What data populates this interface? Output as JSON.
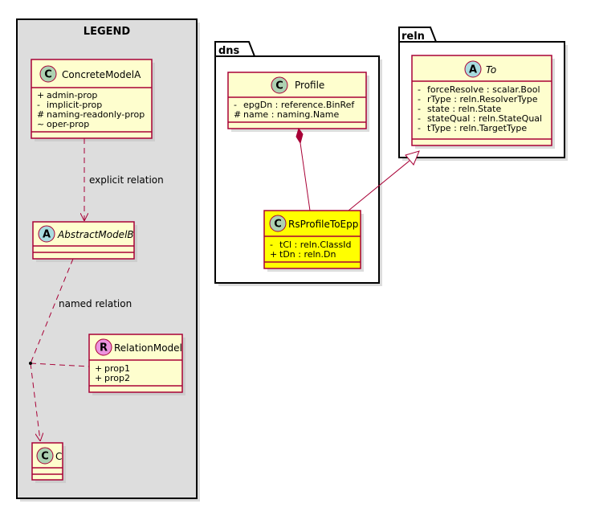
{
  "legend": {
    "title": "LEGEND"
  },
  "packages": {
    "dns": "dns",
    "reln": "reln"
  },
  "classes": {
    "concrete": {
      "stereo": "C",
      "name": "ConcreteModelA",
      "attrs": [
        {
          "vis": "+",
          "text": "admin-prop"
        },
        {
          "vis": "-",
          "text": "implicit-prop"
        },
        {
          "vis": "#",
          "text": "naming-readonly-prop"
        },
        {
          "vis": "~",
          "text": "oper-prop"
        }
      ]
    },
    "abstract": {
      "stereo": "A",
      "name": "AbstractModelB"
    },
    "relation": {
      "stereo": "R",
      "name": "RelationModel",
      "attrs": [
        {
          "vis": "+",
          "text": "prop1"
        },
        {
          "vis": "+",
          "text": "prop2"
        }
      ]
    },
    "c": {
      "stereo": "C",
      "name": "C"
    },
    "profile": {
      "stereo": "C",
      "name": "Profile",
      "attrs": [
        {
          "vis": "-",
          "text": "epgDn : reference.BinRef"
        },
        {
          "vis": "#",
          "text": "name : naming.Name"
        }
      ]
    },
    "rsprofile": {
      "stereo": "C",
      "name": "RsProfileToEpp",
      "attrs": [
        {
          "vis": "-",
          "text": "tCl : reln.ClassId"
        },
        {
          "vis": "+",
          "text": "tDn : reln.Dn"
        }
      ]
    },
    "to": {
      "stereo": "A",
      "name": "To",
      "attrs": [
        {
          "vis": "-",
          "text": "forceResolve : scalar.Bool"
        },
        {
          "vis": "-",
          "text": "rType : reln.ResolverType"
        },
        {
          "vis": "-",
          "text": "state : reln.State"
        },
        {
          "vis": "-",
          "text": "stateQual : reln.StateQual"
        },
        {
          "vis": "-",
          "text": "tType : reln.TargetType"
        }
      ]
    }
  },
  "edges": {
    "explicit": "explicit relation",
    "named": "named relation"
  },
  "colors": {
    "border": "#A80036",
    "fill": "#FEFECE",
    "highlight": "#FFFF00",
    "legend_bg": "#DDDDDD",
    "circle_c": "#ADD1B2",
    "circle_a": "#A9DCDF",
    "circle_r": "#EB93DF"
  }
}
